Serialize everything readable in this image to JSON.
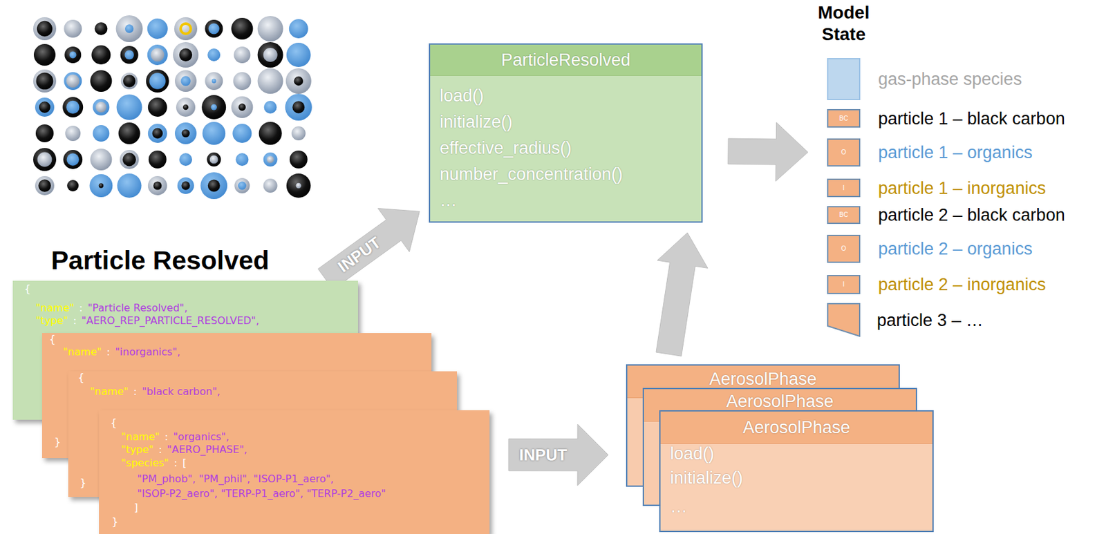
{
  "diagram": {
    "nodes": [
      {
        "text": [
          "{",
          "\"name\"",
          ":",
          "\"Particle Resolved\",",
          "\"type\"",
          ":",
          "\"AERO_REP_PARTICLE_RESOLVED\","
        ]
      },
      {
        "text": [
          "{",
          "\"name\"",
          ":",
          "\"inorganics\",",
          "}"
        ]
      },
      {
        "text": [
          "{",
          "\"name\"",
          ":",
          "\"black carbon\",",
          "}"
        ]
      },
      {
        "text": [
          "{",
          "\"name\"",
          ":",
          "\"organics\",",
          "\"type\"",
          ":",
          "\"AERO_PHASE\",",
          "\"species\"",
          ":",
          "[",
          "\"PM_phob\", \"PM_phil\", \"ISOP-P1_aero\",",
          "\"ISOP-P2_aero\", \"TERP-P1_aero\", \"TERP-P2_aero\"",
          "]",
          "}"
        ]
      },
      {
        "text": [
          "ParticleResolved",
          "load()",
          "initialize()",
          "effective_radius()",
          "number_concentration()",
          "…"
        ]
      },
      {
        "text": [
          "AerosolPhase"
        ]
      },
      {
        "text": [
          "AerosolPhase"
        ]
      },
      {
        "text": [
          "AerosolPhase",
          "load()",
          "initialize()",
          "…"
        ]
      },
      {
        "text": [
          "gas-phase species"
        ]
      },
      {
        "text": [
          "BC",
          "particle 1 – black carbon"
        ]
      },
      {
        "text": [
          "O",
          "particle 1 – organics"
        ]
      },
      {
        "text": [
          "I",
          "particle 1 – inorganics"
        ]
      },
      {
        "text": [
          "BC",
          "particle 2 – black carbon"
        ]
      },
      {
        "text": [
          "O",
          "particle 2 – organics"
        ]
      },
      {
        "text": [
          "I",
          "particle 2 – inorganics"
        ]
      },
      {
        "text": [
          "particle 3 – …"
        ]
      }
    ],
    "edges": [
      {
        "from": 0,
        "to": 4,
        "label": "INPUT",
        "arrow": "to"
      },
      {
        "from": 3,
        "to": 5,
        "label": "INPUT",
        "arrow": "to"
      },
      {
        "from": 5,
        "to": 4,
        "arrow": "to"
      },
      {
        "from": 4,
        "to": 10,
        "arrow": "to"
      }
    ],
    "labels": [
      "Particle Resolved",
      "Model State"
    ]
  }
}
